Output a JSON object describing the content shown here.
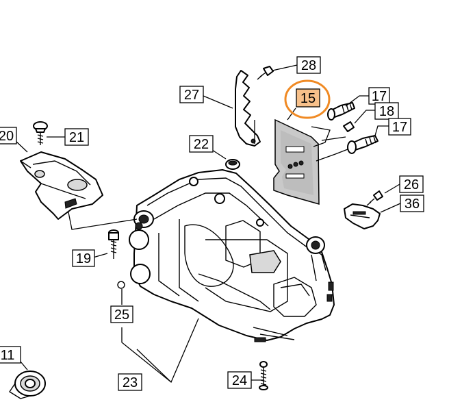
{
  "diagram": {
    "callouts": [
      "28",
      "27",
      "15",
      "17",
      "18",
      "17",
      "22",
      "20",
      "21",
      "26",
      "36",
      "19",
      "25",
      "11",
      "23",
      "24"
    ],
    "highlight_callout": "15",
    "highlight_color": "#f7c08a",
    "highlight_ring_color": "#f08a24"
  }
}
